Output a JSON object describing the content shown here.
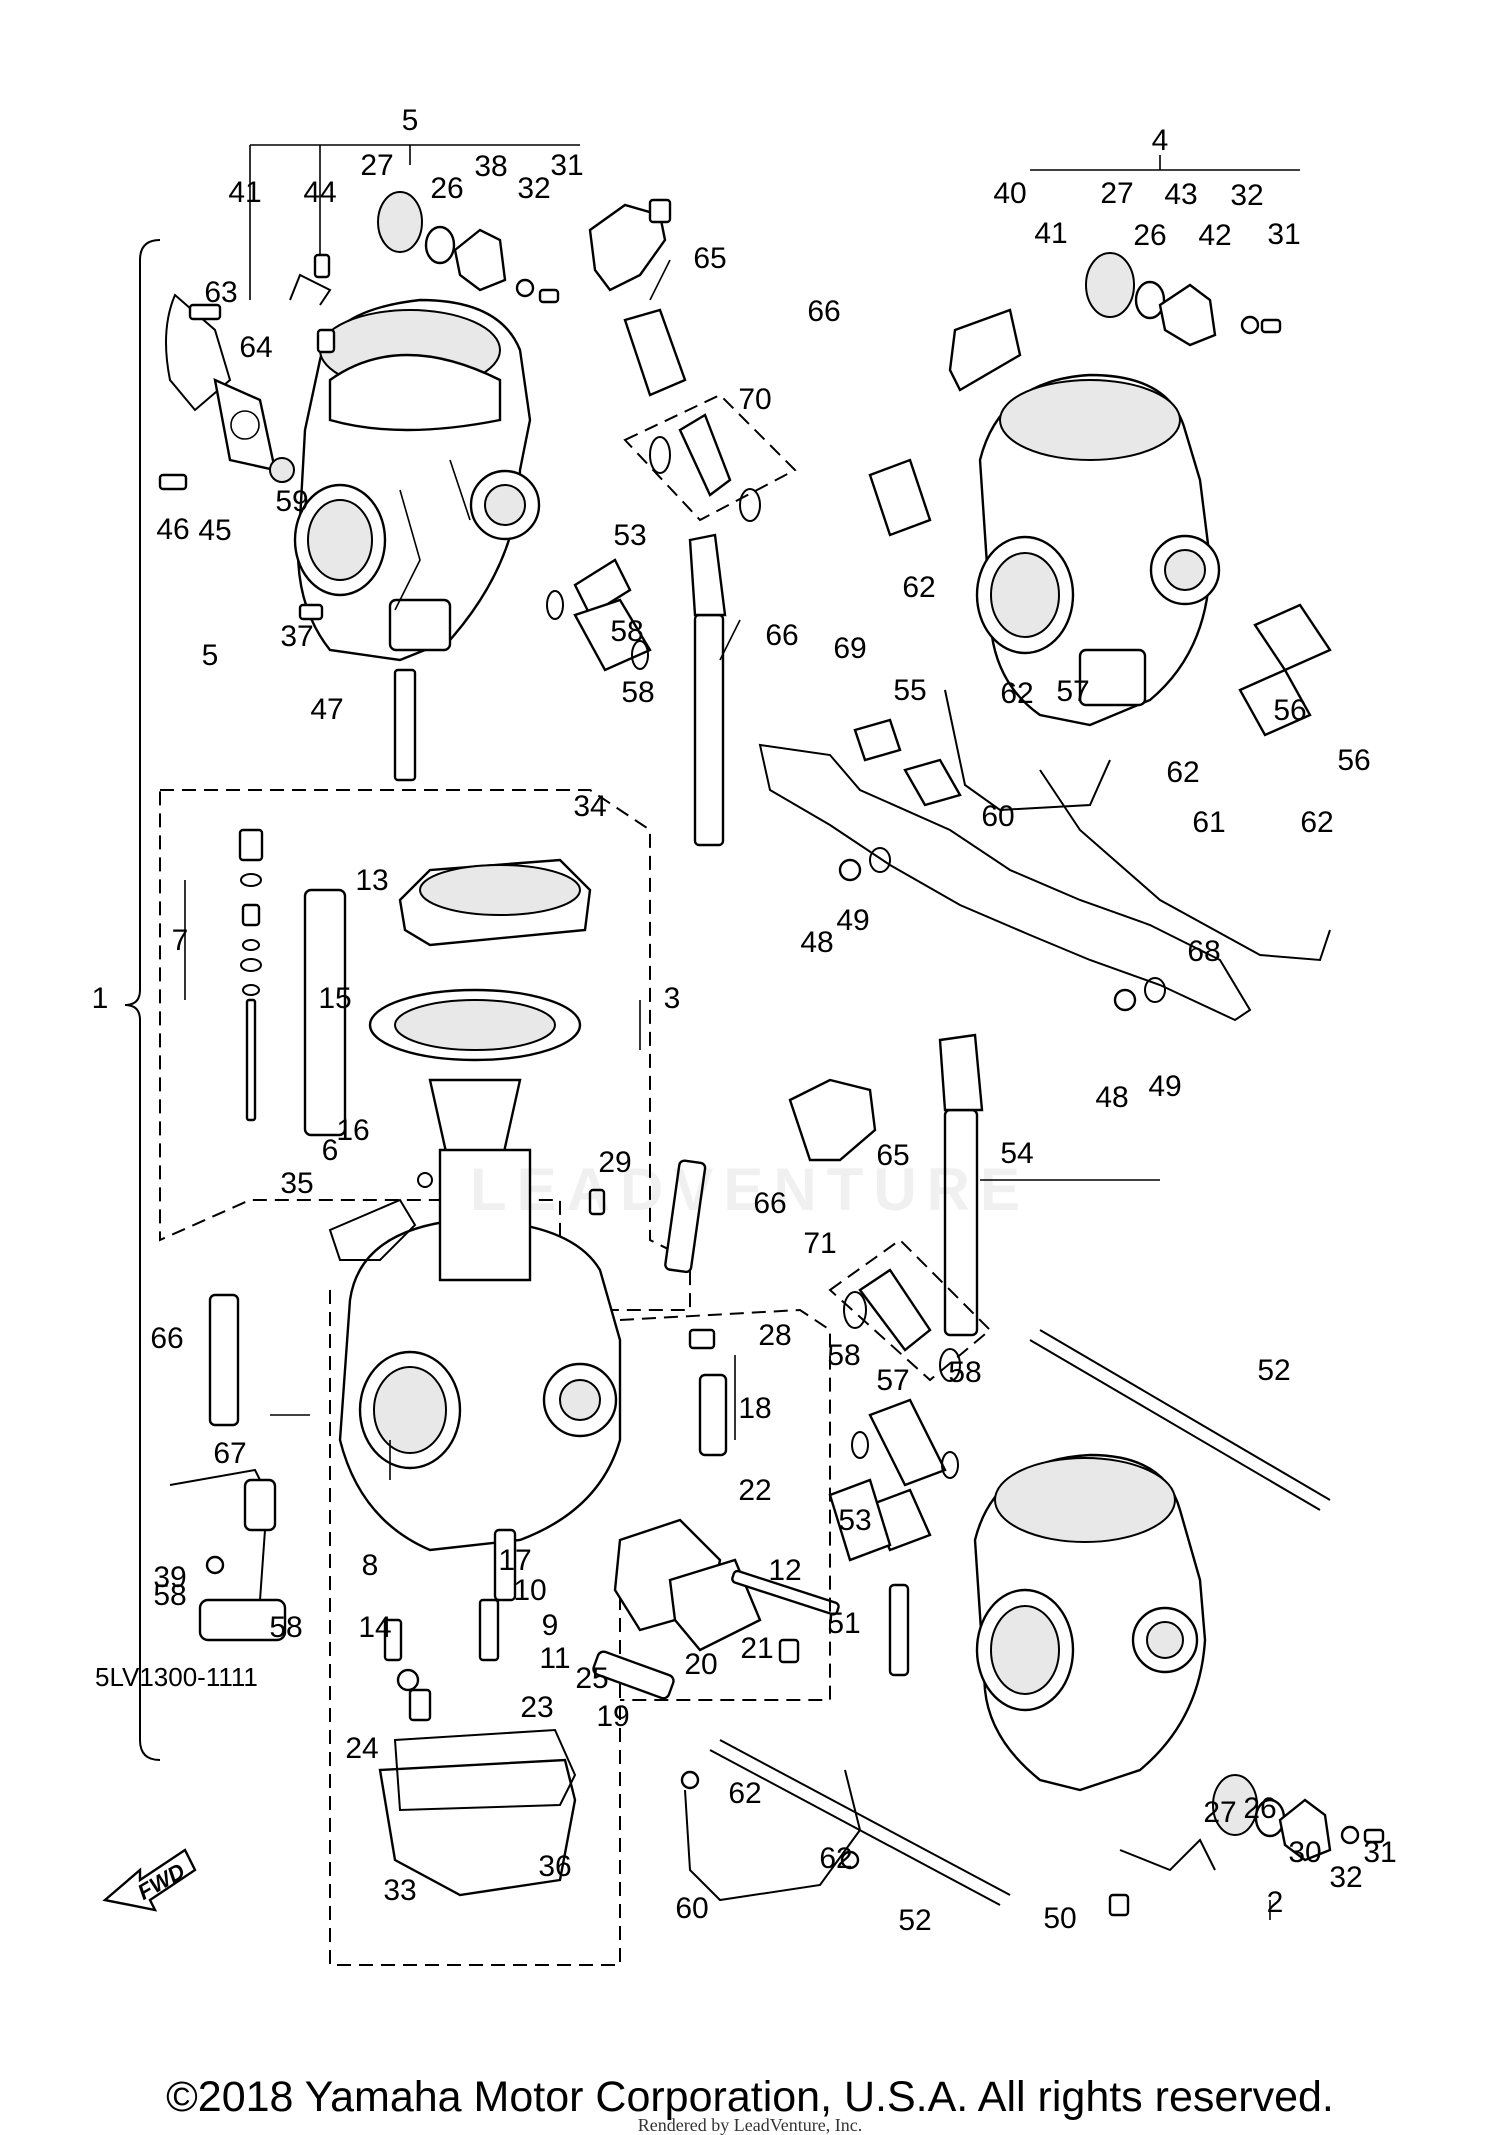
{
  "diagram": {
    "code": "5LV1300-1111",
    "fwd_label": "FWD",
    "watermark": "LEADVENTURE",
    "copyright": "©2018 Yamaha Motor Corporation, U.S.A. All rights reserved.",
    "rendered_by": "Rendered by LeadVenture, Inc.",
    "callouts": [
      {
        "n": "1"
      },
      {
        "n": "2"
      },
      {
        "n": "3"
      },
      {
        "n": "4"
      },
      {
        "n": "5"
      },
      {
        "n": "5"
      },
      {
        "n": "6"
      },
      {
        "n": "7"
      },
      {
        "n": "8"
      },
      {
        "n": "9"
      },
      {
        "n": "10"
      },
      {
        "n": "11"
      },
      {
        "n": "12"
      },
      {
        "n": "13"
      },
      {
        "n": "14"
      },
      {
        "n": "15"
      },
      {
        "n": "16"
      },
      {
        "n": "17"
      },
      {
        "n": "18"
      },
      {
        "n": "19"
      },
      {
        "n": "20"
      },
      {
        "n": "21"
      },
      {
        "n": "22"
      },
      {
        "n": "23"
      },
      {
        "n": "24"
      },
      {
        "n": "25"
      },
      {
        "n": "26"
      },
      {
        "n": "26"
      },
      {
        "n": "26"
      },
      {
        "n": "27"
      },
      {
        "n": "27"
      },
      {
        "n": "27"
      },
      {
        "n": "28"
      },
      {
        "n": "29"
      },
      {
        "n": "30"
      },
      {
        "n": "31"
      },
      {
        "n": "31"
      },
      {
        "n": "31"
      },
      {
        "n": "32"
      },
      {
        "n": "32"
      },
      {
        "n": "32"
      },
      {
        "n": "33"
      },
      {
        "n": "34"
      },
      {
        "n": "35"
      },
      {
        "n": "36"
      },
      {
        "n": "37"
      },
      {
        "n": "38"
      },
      {
        "n": "39"
      },
      {
        "n": "40"
      },
      {
        "n": "41"
      },
      {
        "n": "41"
      },
      {
        "n": "42"
      },
      {
        "n": "43"
      },
      {
        "n": "44"
      },
      {
        "n": "45"
      },
      {
        "n": "46"
      },
      {
        "n": "47"
      },
      {
        "n": "48"
      },
      {
        "n": "48"
      },
      {
        "n": "49"
      },
      {
        "n": "49"
      },
      {
        "n": "50"
      },
      {
        "n": "51"
      },
      {
        "n": "52"
      },
      {
        "n": "52"
      },
      {
        "n": "53"
      },
      {
        "n": "53"
      },
      {
        "n": "54"
      },
      {
        "n": "55"
      },
      {
        "n": "56"
      },
      {
        "n": "56"
      },
      {
        "n": "57"
      },
      {
        "n": "57"
      },
      {
        "n": "58"
      },
      {
        "n": "58"
      },
      {
        "n": "58"
      },
      {
        "n": "58"
      },
      {
        "n": "58"
      },
      {
        "n": "58"
      },
      {
        "n": "59"
      },
      {
        "n": "60"
      },
      {
        "n": "60"
      },
      {
        "n": "61"
      },
      {
        "n": "62"
      },
      {
        "n": "62"
      },
      {
        "n": "62"
      },
      {
        "n": "62"
      },
      {
        "n": "62"
      },
      {
        "n": "62"
      },
      {
        "n": "63"
      },
      {
        "n": "64"
      },
      {
        "n": "65"
      },
      {
        "n": "65"
      },
      {
        "n": "66"
      },
      {
        "n": "66"
      },
      {
        "n": "66"
      },
      {
        "n": "66"
      },
      {
        "n": "67"
      },
      {
        "n": "68"
      },
      {
        "n": "69"
      },
      {
        "n": "70"
      },
      {
        "n": "71"
      },
      {
        "n": "71"
      }
    ]
  }
}
